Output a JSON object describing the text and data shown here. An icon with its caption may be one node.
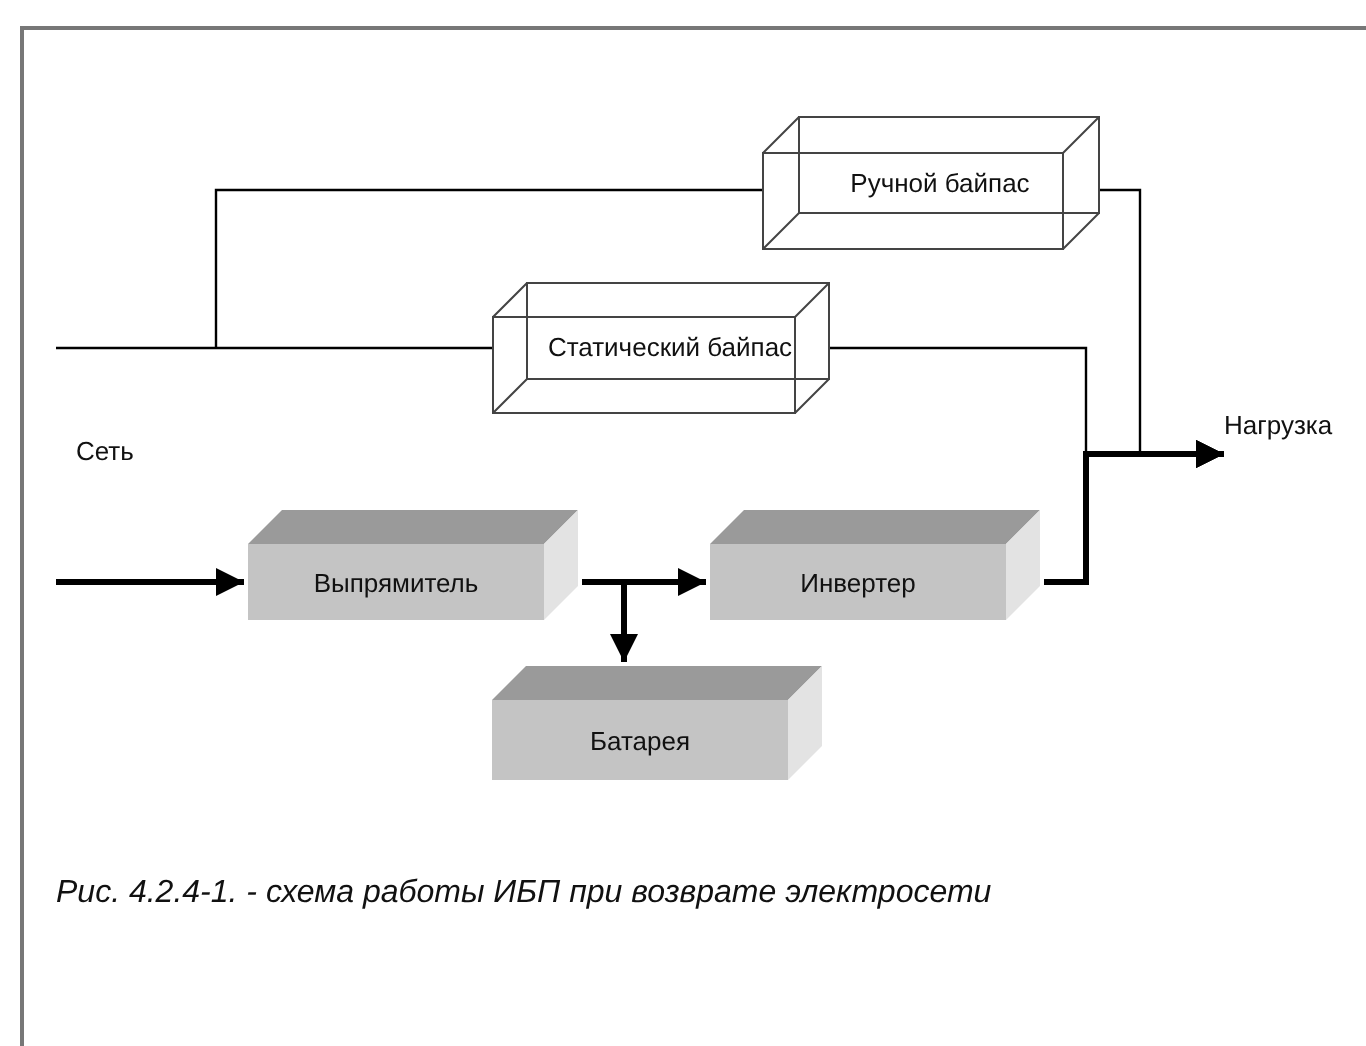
{
  "diagram": {
    "caption": "Рис. 4.2.4-1. - схема работы ИБП при возврате электросети",
    "nodes": [
      {
        "text": [
          "Ручной байпас"
        ]
      },
      {
        "text": [
          "Статический байпас"
        ]
      },
      {
        "text": [
          "Выпрямитель"
        ]
      },
      {
        "text": [
          "Инвертер"
        ]
      },
      {
        "text": [
          "Батарея"
        ]
      },
      {
        "text": [
          "Нагрузка"
        ]
      }
    ],
    "edges": [
      {
        "from": null,
        "to": 2,
        "arrow": "to",
        "style": "thick"
      },
      {
        "from": null,
        "to": 1,
        "arrow": "none"
      },
      {
        "from": null,
        "to": 0,
        "arrow": "none"
      },
      {
        "from": 2,
        "to": 3,
        "arrow": "to",
        "style": "thick"
      },
      {
        "from": 2,
        "to": 4,
        "arrow": "to",
        "style": "thick"
      },
      {
        "from": 3,
        "to": 5,
        "arrow": "to",
        "style": "thick"
      },
      {
        "from": 1,
        "to": 5,
        "arrow": "to"
      },
      {
        "from": 0,
        "to": 5,
        "arrow": "to"
      }
    ],
    "labels": [
      "Сеть"
    ]
  }
}
